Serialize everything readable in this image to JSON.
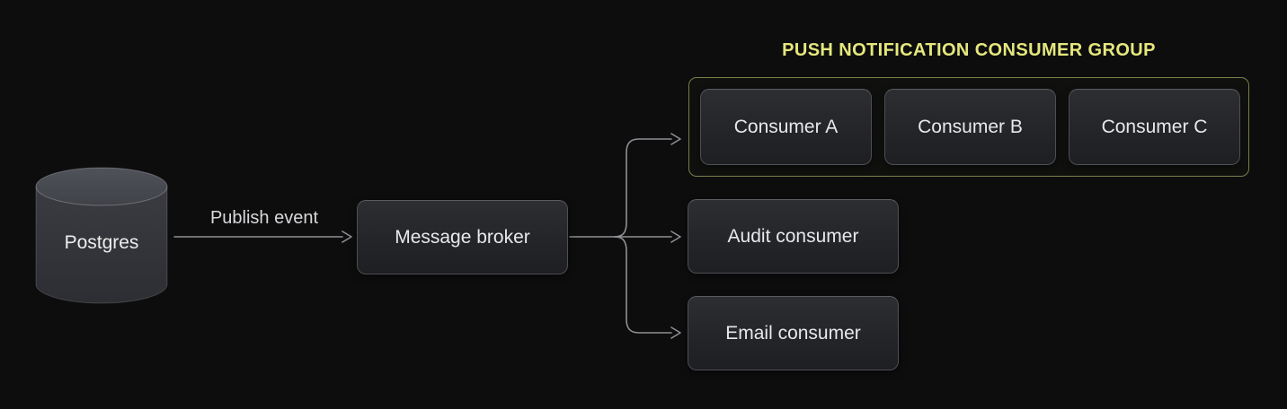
{
  "diagram": {
    "nodes": {
      "postgres": {
        "label": "Postgres",
        "shape": "database-cylinder"
      },
      "message_broker": {
        "label": "Message broker"
      },
      "audit_consumer": {
        "label": "Audit consumer"
      },
      "email_consumer": {
        "label": "Email consumer"
      }
    },
    "edges": [
      {
        "from": "postgres",
        "to": "message_broker",
        "label": "Publish event"
      },
      {
        "from": "message_broker",
        "to": "push_notification_consumer_group"
      },
      {
        "from": "message_broker",
        "to": "audit_consumer"
      },
      {
        "from": "message_broker",
        "to": "email_consumer"
      }
    ],
    "group": {
      "title": "PUSH NOTIFICATION CONSUMER GROUP",
      "consumers": [
        {
          "label": "Consumer A"
        },
        {
          "label": "Consumer B"
        },
        {
          "label": "Consumer C"
        }
      ]
    },
    "colors": {
      "background": "#0d0d0e",
      "node_fill_top": "#2d2e32",
      "node_fill_bottom": "#1e1f22",
      "node_border": "#4d4f54",
      "node_text": "#e7e8ea",
      "arrow": "#8e9094",
      "group_border": "#7b7d49",
      "group_title": "#e5e77d",
      "cylinder_body": "#34363c",
      "cylinder_top": "#46484f"
    }
  }
}
